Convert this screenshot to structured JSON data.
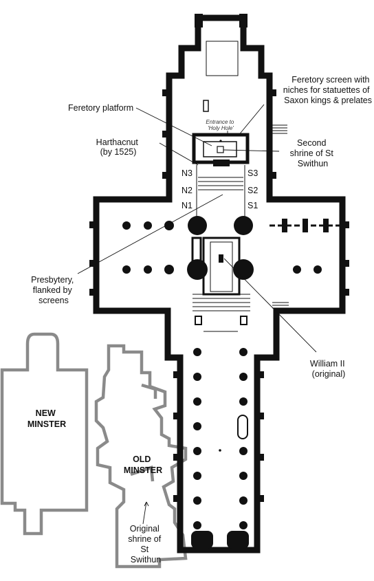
{
  "labels": {
    "feretory_screen": [
      "Feretory screen with",
      "niches for statuettes of",
      "Saxon kings & prelates"
    ],
    "feretory_platform": "Feretory platform",
    "entrance": [
      "Entrance to",
      "'Holy Hole'"
    ],
    "harthacnut": [
      "Harthacnut",
      "(by 1525)"
    ],
    "second_shrine": [
      "Second",
      "shrine of St",
      "Swithun"
    ],
    "north_markers": [
      "N3",
      "N2",
      "N1"
    ],
    "south_markers": [
      "S3",
      "S2",
      "S1"
    ],
    "presbytery": [
      "Presbytery,",
      "flanked by",
      "screens"
    ],
    "william": [
      "William II",
      "(original)"
    ],
    "new_minster": [
      "NEW",
      "MINSTER"
    ],
    "old_minster": [
      "OLD",
      "MINSTER"
    ],
    "original_shrine": [
      "Original",
      "shrine of",
      "St",
      "Swithun"
    ]
  },
  "colors": {
    "cathedral_walls": "#111111",
    "old_foundations": "#8a8a8a",
    "background": "#ffffff"
  }
}
